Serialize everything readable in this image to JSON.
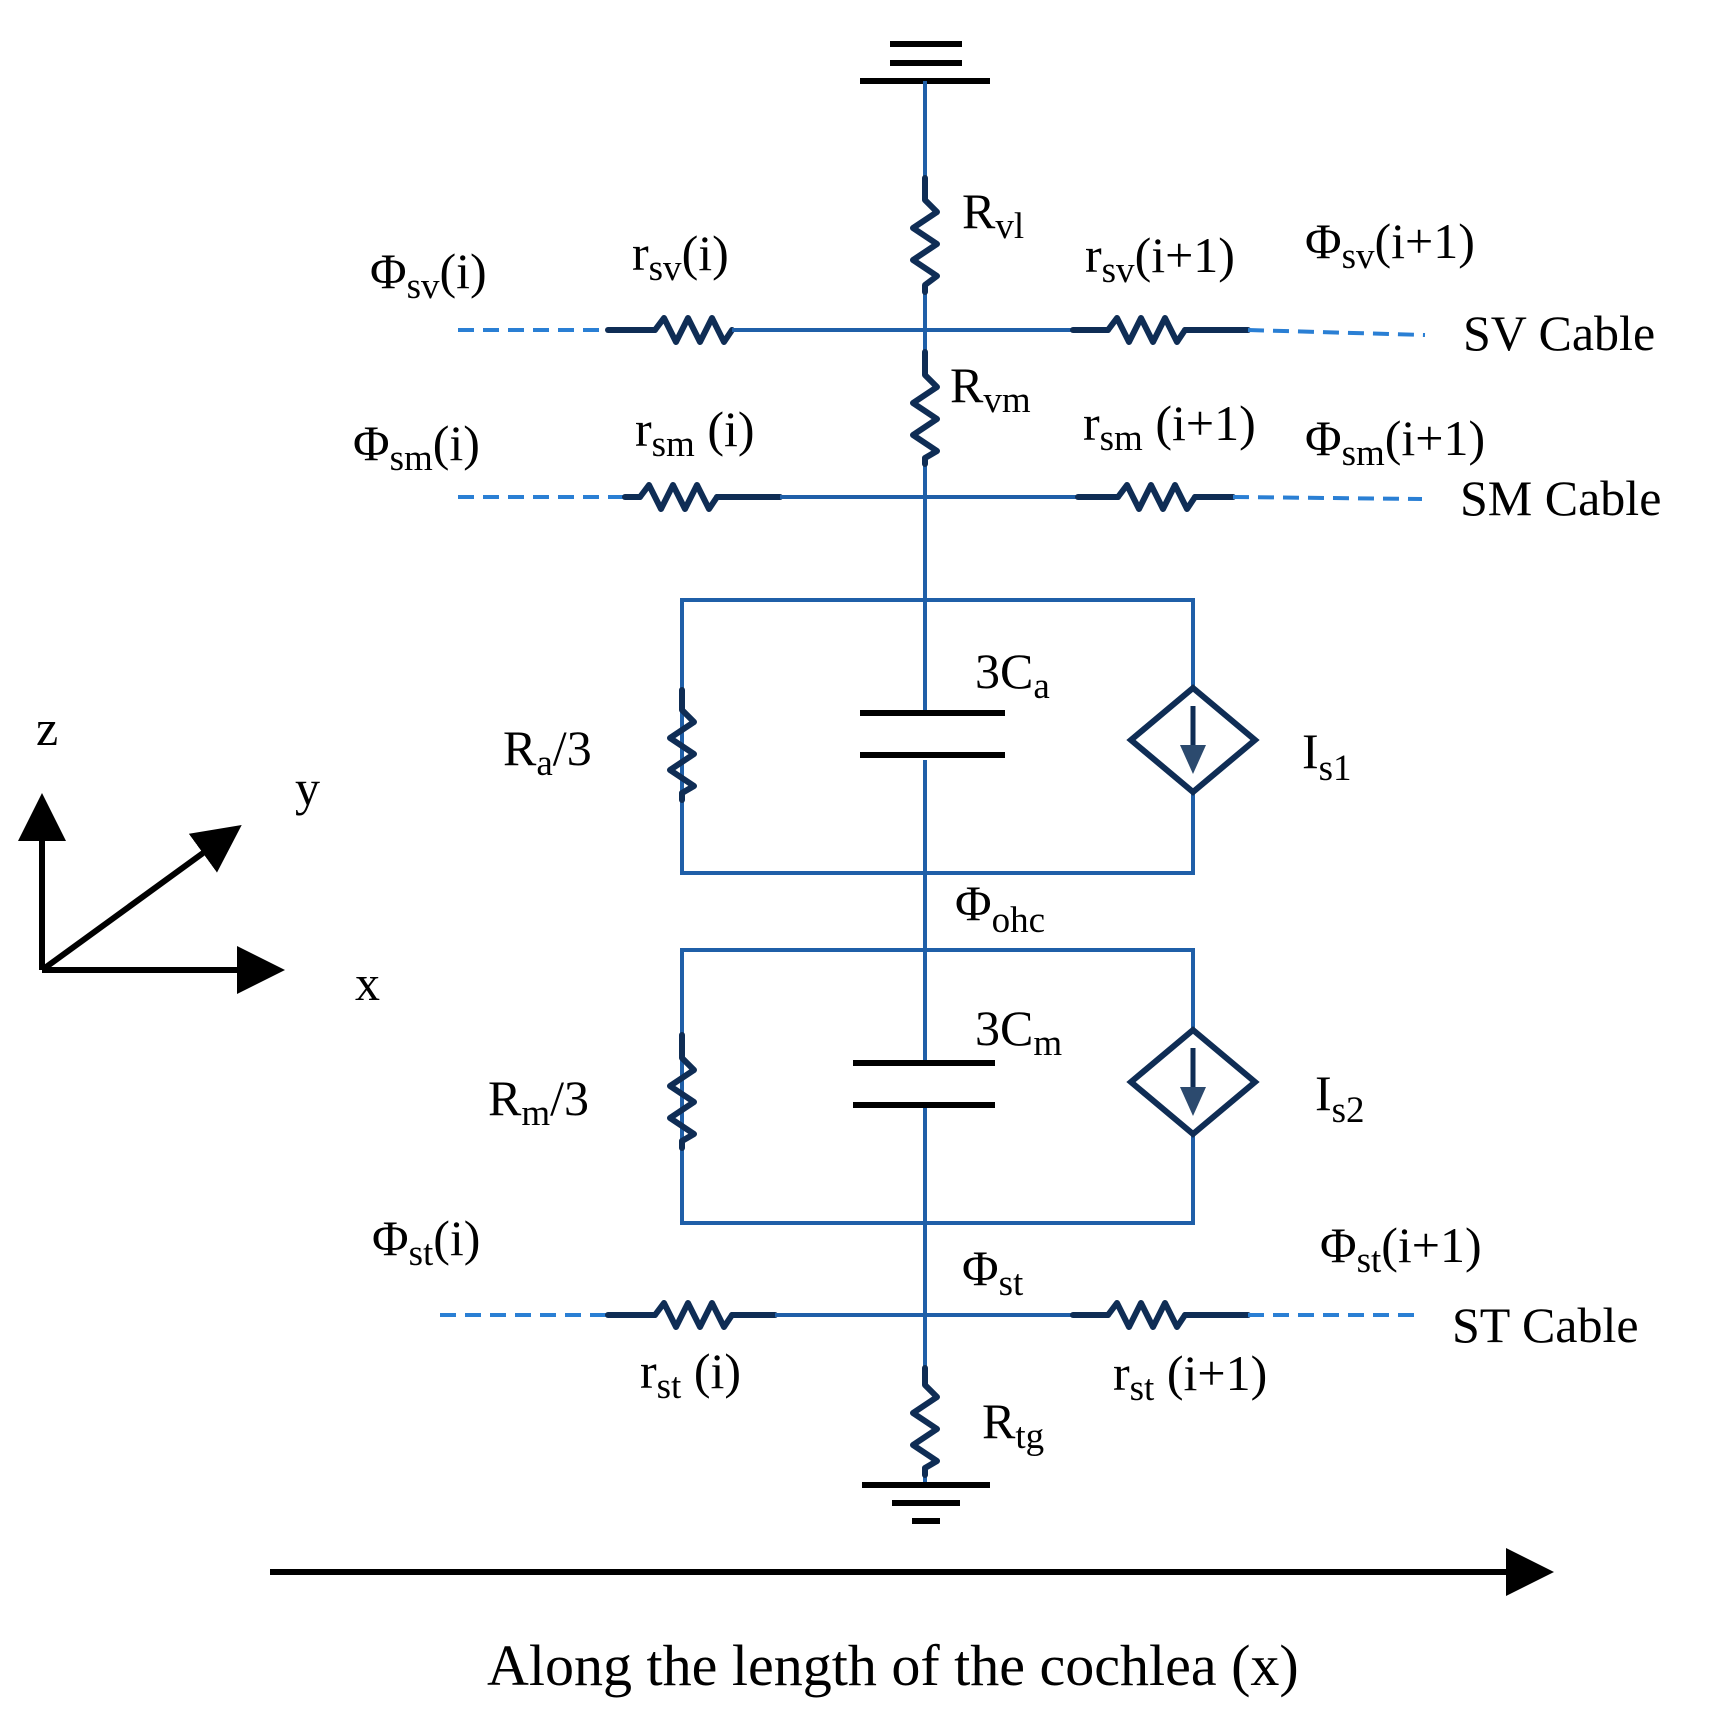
{
  "colors": {
    "wire": "#1f5fa8",
    "dashed_cable": "#2a7fd4",
    "component": "#0f2d55",
    "text": "#000000"
  },
  "labels": {
    "rvl": {
      "base": "R",
      "sub": "vl"
    },
    "rvm": {
      "base": "R",
      "sub": "vm"
    },
    "rtg": {
      "base": "R",
      "sub": "tg"
    },
    "phi_sv_i": {
      "base": "Φ",
      "sub": "sv",
      "tail": "(i)"
    },
    "phi_sv_i1": {
      "base": "Φ",
      "sub": "sv",
      "tail": "(i+1)"
    },
    "r_sv_i": {
      "base": "r",
      "sub": "sv",
      "tail": "(i)"
    },
    "r_sv_i1": {
      "base": "r",
      "sub": "sv",
      "tail": "(i+1)"
    },
    "phi_sm_i": {
      "base": "Φ",
      "sub": "sm",
      "tail": "(i)"
    },
    "phi_sm_i1": {
      "base": "Φ",
      "sub": "sm",
      "tail": "(i+1)"
    },
    "r_sm_i": {
      "base": "r",
      "sub": "sm",
      "tail": " (i)"
    },
    "r_sm_i1": {
      "base": "r",
      "sub": "sm",
      "tail": " (i+1)"
    },
    "sv_cable": "SV Cable",
    "sm_cable": "SM Cable",
    "st_cable": "ST Cable",
    "ra3": {
      "base": "R",
      "sub": "a",
      "tail": "/3"
    },
    "rm3": {
      "base": "R",
      "sub": "m",
      "tail": "/3"
    },
    "c3a": {
      "base": "3C",
      "sub": "a"
    },
    "c3m": {
      "base": "3C",
      "sub": "m"
    },
    "is1": {
      "base": "I",
      "sub": "s1"
    },
    "is2": {
      "base": "I",
      "sub": "s2"
    },
    "phi_ohc": {
      "base": "Φ",
      "sub": "ohc"
    },
    "phi_st": {
      "base": "Φ",
      "sub": "st"
    },
    "phi_st_i": {
      "base": "Φ",
      "sub": "st",
      "tail": "(i)"
    },
    "phi_st_i1": {
      "base": "Φ",
      "sub": "st",
      "tail": "(i+1)"
    },
    "r_st_i": {
      "base": "r",
      "sub": "st",
      "tail": " (i)"
    },
    "r_st_i1": {
      "base": "r",
      "sub": "st",
      "tail": " (i+1)"
    }
  },
  "axes": {
    "z": "z",
    "y": "y",
    "x": "x"
  },
  "caption": "Along the length of the cochlea (x)"
}
